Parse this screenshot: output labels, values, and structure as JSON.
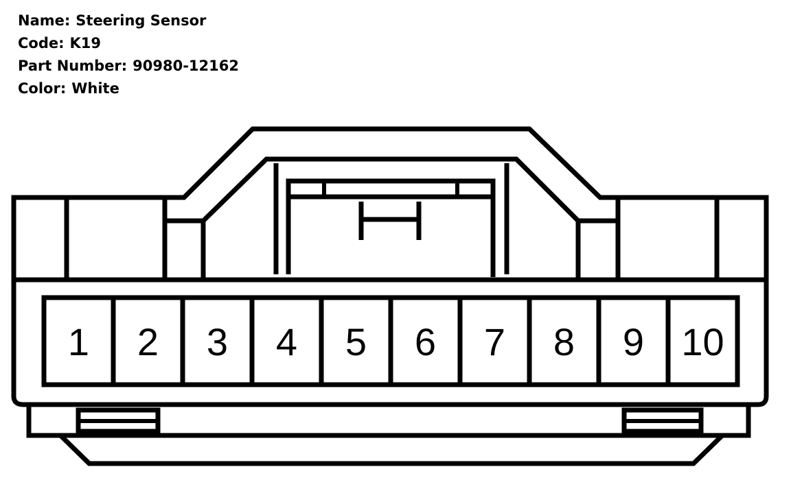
{
  "connector": {
    "name_label": "Name:",
    "name_value": "Steering Sensor",
    "code_label": "Code:",
    "code_value": "K19",
    "part_label": "Part Number:",
    "part_value": "90980-12162",
    "color_label": "Color:",
    "color_value": "White"
  },
  "pins": [
    "1",
    "2",
    "3",
    "4",
    "5",
    "6",
    "7",
    "8",
    "9",
    "10"
  ],
  "colors": {
    "line": "#000000",
    "background": "#ffffff"
  }
}
